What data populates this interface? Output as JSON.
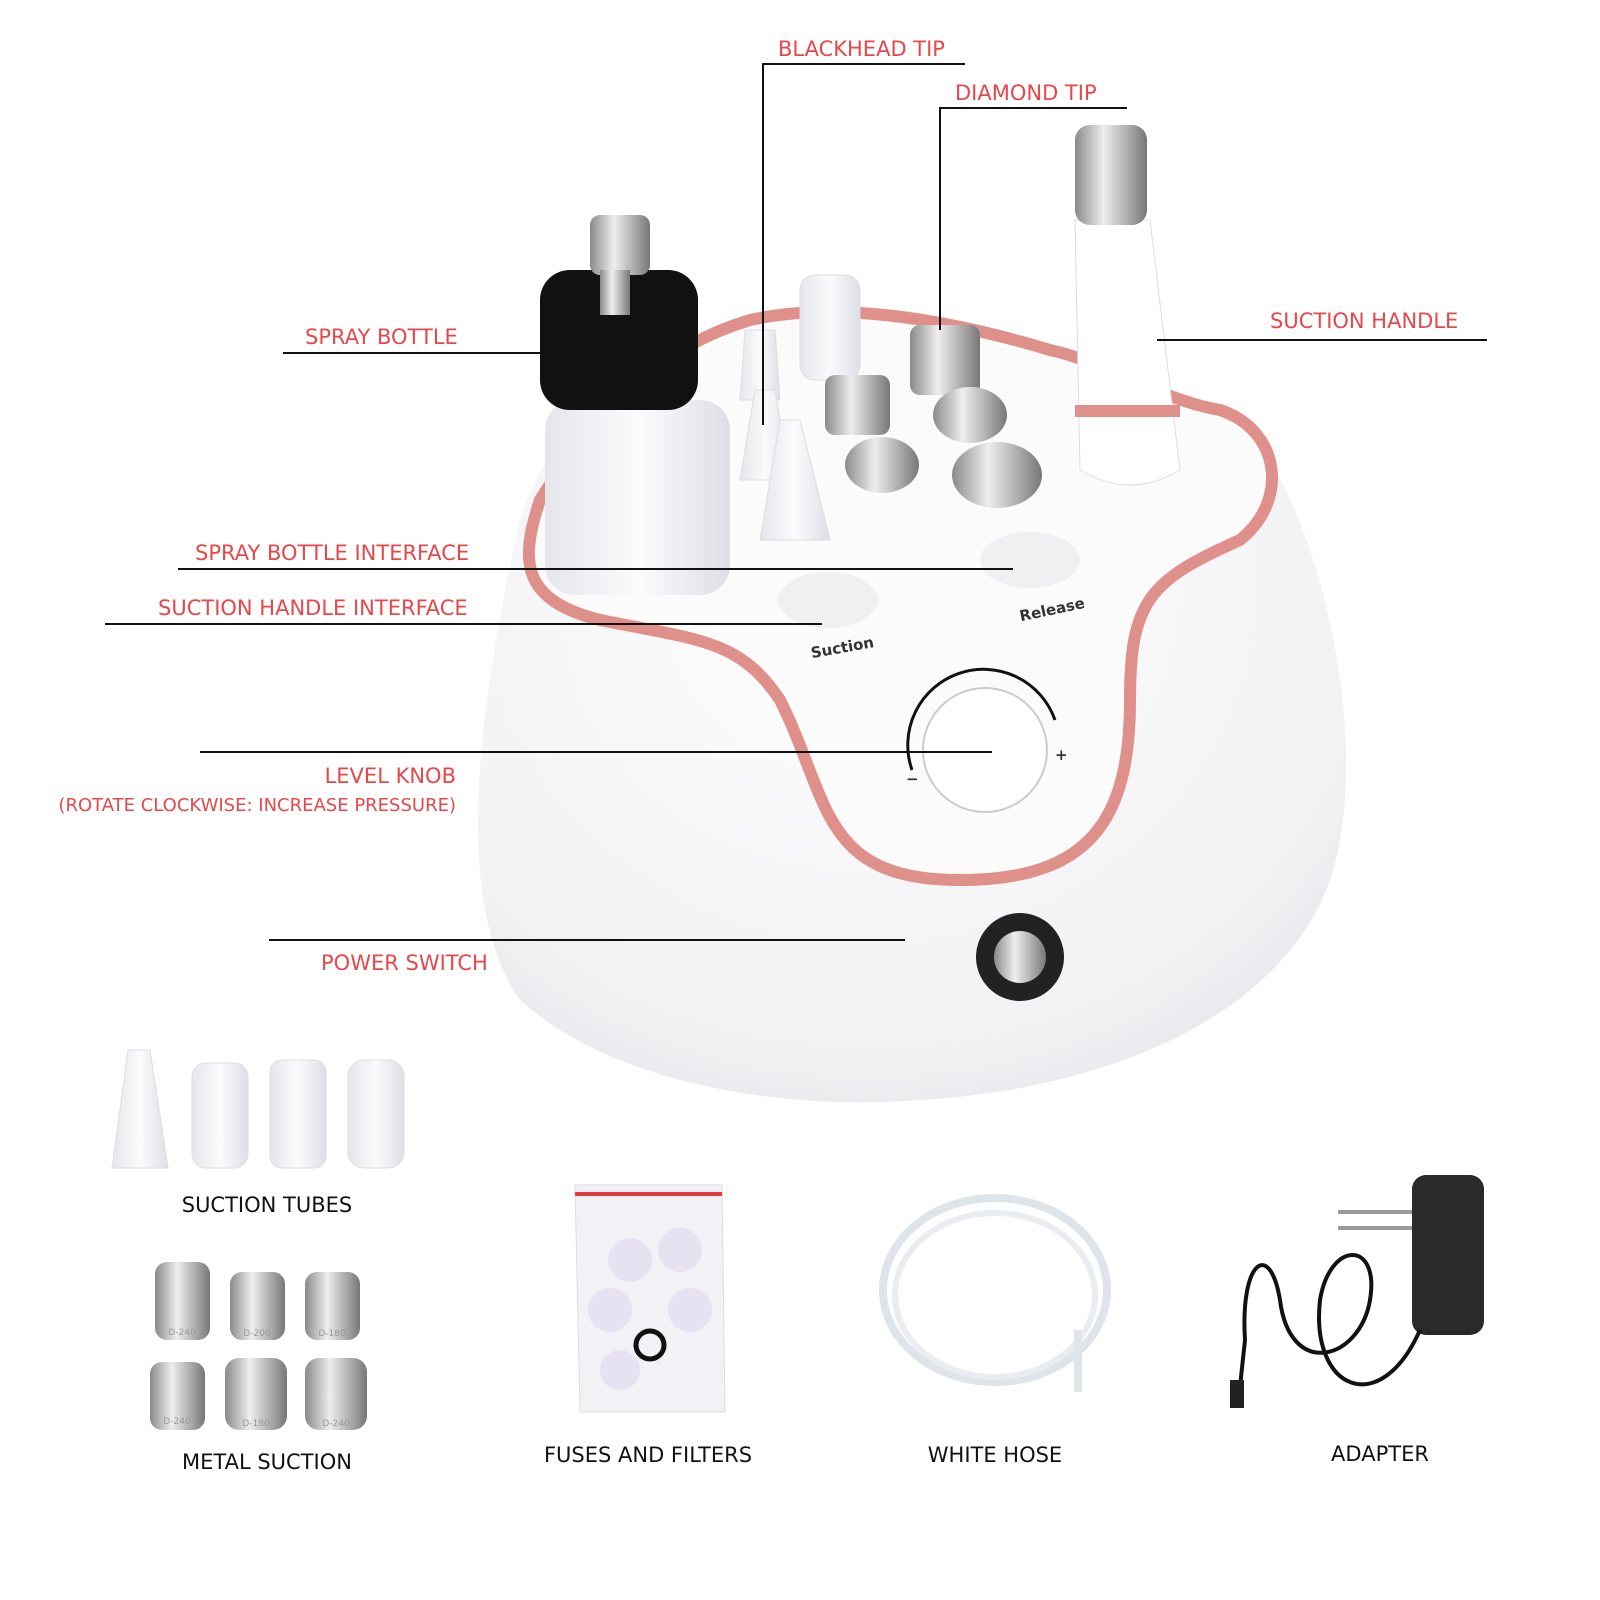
{
  "callouts": {
    "blackhead_tip": "BLACKHEAD TIP",
    "diamond_tip": "DIAMOND TIP",
    "suction_handle": "SUCTION HANDLE",
    "spray_bottle": "SPRAY BOTTLE",
    "spray_bottle_interface": "SPRAY BOTTLE INTERFACE",
    "suction_handle_interface": "SUCTION HANDLE INTERFACE",
    "level_knob": "LEVEL KNOB",
    "level_knob_note": "(ROTATE CLOCKWISE: INCREASE PRESSURE)",
    "power_switch": "POWER SWITCH"
  },
  "device_markings": {
    "suction": "Suction",
    "release": "Release",
    "plus": "+",
    "minus": "−"
  },
  "accessories": {
    "suction_tubes": "SUCTION TUBES",
    "metal_suction": "METAL SUCTION",
    "fuses_and_filters": "FUSES AND FILTERS",
    "white_hose": "WHITE HOSE",
    "adapter": "ADAPTER",
    "tip_engravings": [
      "D-240",
      "D-200",
      "D-180",
      "D-240",
      "D-180",
      "D-240"
    ]
  },
  "colors": {
    "label": "#e8474a",
    "rose_gold_trim": "#e0908a",
    "device_body": "#f6f6f8"
  }
}
